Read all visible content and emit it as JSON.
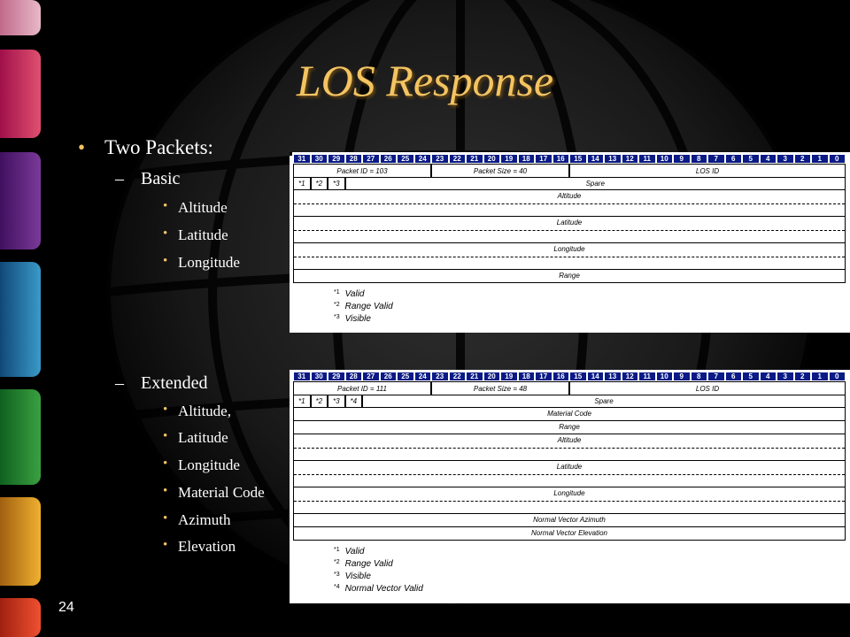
{
  "slide": {
    "title": "LOS Response",
    "number": "24",
    "colors": {
      "background": "#000000",
      "title": "#f4c462",
      "bullet_marker": "#f4c462",
      "bit_header": "#0a1a86"
    }
  },
  "bullets": {
    "main": "Two Packets:",
    "basic": {
      "label": "Basic",
      "items": [
        "Altitude",
        "Latitude",
        "Longitude"
      ]
    },
    "extended": {
      "label": "Extended",
      "items": [
        "Altitude,",
        "Latitude",
        "Longitude",
        "Material Code",
        "Azimuth",
        "Elevation"
      ]
    }
  },
  "packets": [
    {
      "bits": [
        "31",
        "30",
        "29",
        "28",
        "27",
        "26",
        "25",
        "24",
        "23",
        "22",
        "21",
        "20",
        "19",
        "18",
        "17",
        "16",
        "15",
        "14",
        "13",
        "12",
        "11",
        "10",
        "9",
        "8",
        "7",
        "6",
        "5",
        "4",
        "3",
        "2",
        "1",
        "0"
      ],
      "header_fields": [
        "Packet ID = 103",
        "Packet Size = 40",
        "LOS ID"
      ],
      "flags": [
        "*1",
        "*2",
        "*3"
      ],
      "spare": "Spare",
      "rows": [
        {
          "label": "Altitude",
          "double": true
        },
        {
          "label": "Latitude",
          "double": true
        },
        {
          "label": "Longitude",
          "double": true
        },
        {
          "label": "Range",
          "double": false
        }
      ],
      "notes": [
        {
          "mark": "*1",
          "text": "Valid"
        },
        {
          "mark": "*2",
          "text": "Range Valid"
        },
        {
          "mark": "*3",
          "text": "Visible"
        }
      ]
    },
    {
      "bits": [
        "31",
        "30",
        "29",
        "28",
        "27",
        "26",
        "25",
        "24",
        "23",
        "22",
        "21",
        "20",
        "19",
        "18",
        "17",
        "16",
        "15",
        "14",
        "13",
        "12",
        "11",
        "10",
        "9",
        "8",
        "7",
        "6",
        "5",
        "4",
        "3",
        "2",
        "1",
        "0"
      ],
      "header_fields": [
        "Packet ID = 111",
        "Packet Size = 48",
        "LOS ID"
      ],
      "flags": [
        "*1",
        "*2",
        "*3",
        "*4"
      ],
      "spare": "Spare",
      "rows": [
        {
          "label": "Material Code",
          "double": false
        },
        {
          "label": "Range",
          "double": false
        },
        {
          "label": "Altitude",
          "double": true
        },
        {
          "label": "Latitude",
          "double": true
        },
        {
          "label": "Longitude",
          "double": true
        },
        {
          "label": "Normal Vector Azimuth",
          "double": false
        },
        {
          "label": "Normal Vector Elevation",
          "double": false
        }
      ],
      "notes": [
        {
          "mark": "*1",
          "text": "Valid"
        },
        {
          "mark": "*2",
          "text": "Range Valid"
        },
        {
          "mark": "*3",
          "text": "Visible"
        },
        {
          "mark": "*4",
          "text": "Normal Vector Valid"
        }
      ]
    }
  ]
}
